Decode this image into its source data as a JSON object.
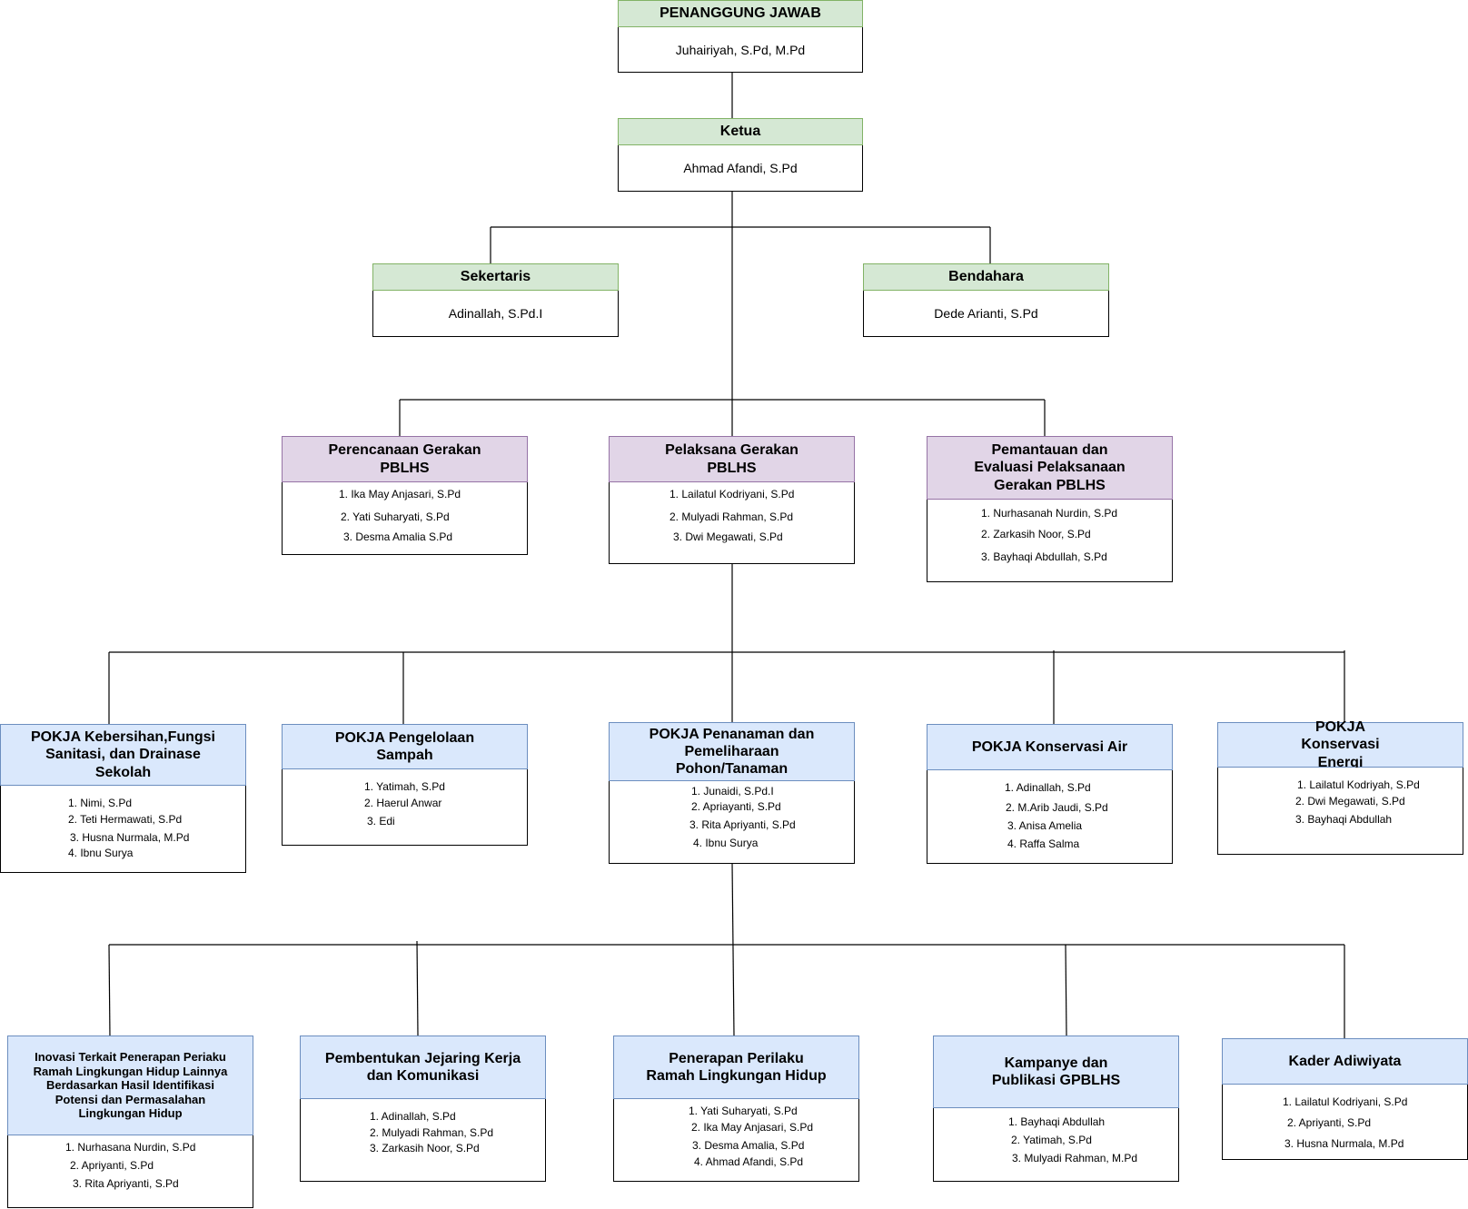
{
  "penanggung_jawab": {
    "title": "PENANGGUNG JAWAB",
    "name": "Juhairiyah, S.Pd, M.Pd"
  },
  "ketua": {
    "title": "Ketua",
    "name": "Ahmad Afandi, S.Pd"
  },
  "sekertaris": {
    "title": "Sekertaris",
    "name": "Adinallah, S.Pd.I"
  },
  "bendahara": {
    "title": "Bendahara",
    "name": "Dede Arianti, S.Pd"
  },
  "perencanaan": {
    "title": "Perencanaan Gerakan PBLHS",
    "members": [
      "1. Ika May Anjasari, S.Pd",
      "2. Yati Suharyati, S.Pd",
      "3. Desma Amalia S.Pd"
    ]
  },
  "pelaksana": {
    "title": "Pelaksana Gerakan PBLHS",
    "members": [
      "1. Lailatul Kodriyani, S.Pd",
      "2. Mulyadi Rahman, S.Pd",
      "3. Dwi Megawati, S.Pd"
    ]
  },
  "pemantauan": {
    "title": "Pemantauan dan Evaluasi Pelaksanaan Gerakan PBLHS",
    "members": [
      "1. Nurhasanah Nurdin, S.Pd",
      "2. Zarkasih Noor, S.Pd",
      "3. Bayhaqi Abdullah, S.Pd"
    ]
  },
  "pokja_kebersihan": {
    "title": "POKJA Kebersihan,Fungsi Sanitasi, dan Drainase Sekolah",
    "members": [
      "1. Nimi, S.Pd",
      "2. Teti Hermawati, S.Pd",
      "3. Husna Nurmala, M.Pd",
      "4. Ibnu Surya"
    ]
  },
  "pokja_sampah": {
    "title": "POKJA Pengelolaan Sampah",
    "members": [
      "1. Yatimah, S.Pd",
      "2. Haerul Anwar",
      "3. Edi"
    ]
  },
  "pokja_penanaman": {
    "title": "POKJA Penanaman dan Pemeliharaan Pohon/Tanaman",
    "members": [
      "1. Junaidi, S.Pd.I",
      "2. Apriayanti, S.Pd",
      "3. Rita Apriyanti, S.Pd",
      "4. Ibnu Surya"
    ]
  },
  "pokja_air": {
    "title": "POKJA Konservasi Air",
    "members": [
      "1. Adinallah, S.Pd",
      "2. M.Arib Jaudi, S.Pd",
      "3. Anisa Amelia",
      "4. Raffa Salma"
    ]
  },
  "pokja_energi": {
    "title": "POKJA Konservasi Energi",
    "members": [
      "1. Lailatul Kodriyah, S.Pd",
      "2. Dwi Megawati, S.Pd",
      "3. Bayhaqi Abdullah"
    ]
  },
  "inovasi": {
    "title": "Inovasi Terkait Penerapan Periaku Ramah Lingkungan Hidup Lainnya Berdasarkan Hasil Identifikasi Potensi dan Permasalahan Lingkungan Hidup",
    "members": [
      "1. Nurhasana Nurdin, S.Pd",
      "2. Apriyanti, S.Pd",
      "3. Rita Apriyanti, S.Pd"
    ]
  },
  "jejaring": {
    "title": "Pembentukan Jejaring Kerja dan Komunikasi",
    "members": [
      "1. Adinallah, S.Pd",
      "2. Mulyadi Rahman, S.Pd",
      "3. Zarkasih Noor, S.Pd"
    ]
  },
  "penerapan": {
    "title": "Penerapan Perilaku Ramah Lingkungan Hidup",
    "members": [
      "1. Yati Suharyati, S.Pd",
      "2. Ika May Anjasari, S.Pd",
      "3. Desma Amalia, S.Pd",
      "4. Ahmad Afandi, S.Pd"
    ]
  },
  "kampanye": {
    "title": "Kampanye dan Publikasi GPBLHS",
    "members": [
      "1. Bayhaqi Abdullah",
      "2. Yatimah, S.Pd",
      "3. Mulyadi Rahman, M.Pd"
    ]
  },
  "kader": {
    "title": "Kader Adiwiyata",
    "members": [
      "1. Lailatul Kodriyani, S.Pd",
      "2. Apriyanti, S.Pd",
      "3. Husna Nurmala, M.Pd"
    ]
  }
}
